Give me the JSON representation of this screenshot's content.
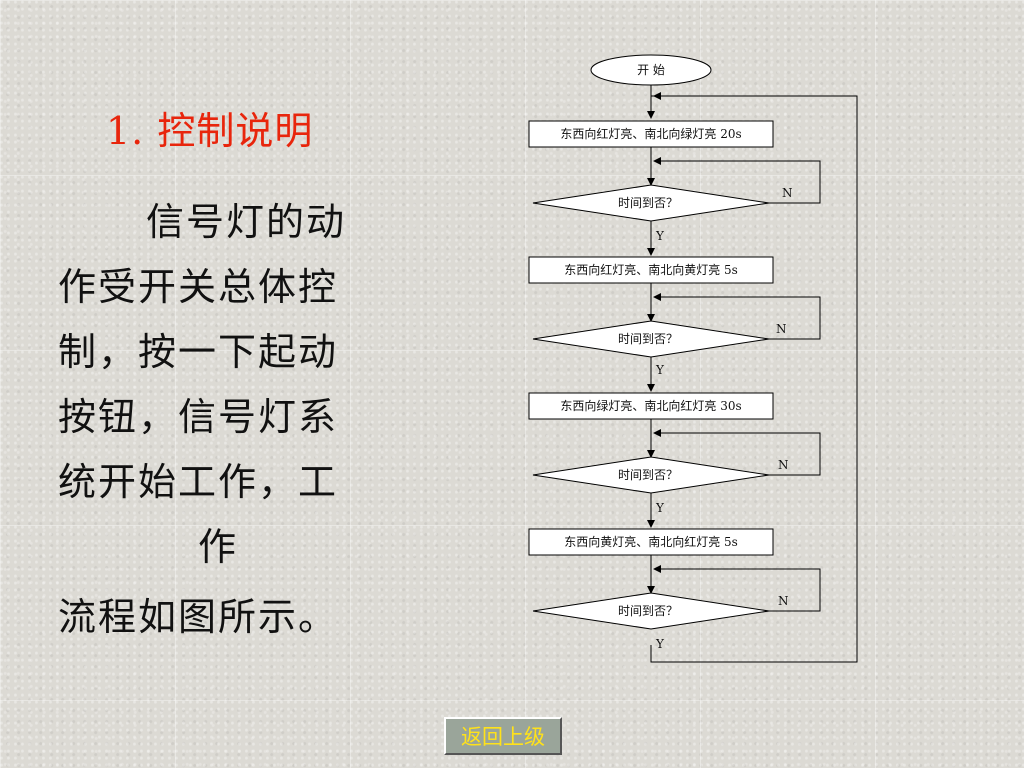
{
  "heading": "1. 控制说明",
  "paragraph": {
    "lines": [
      "信号灯的动",
      "作受开关总体控",
      "制，按一下起动",
      "按钮，信号灯系",
      "统开始工作，工",
      "作",
      "流程如图所示。"
    ]
  },
  "flowchart": {
    "start": "开  始",
    "steps": [
      {
        "action": "东西向红灯亮、南北向绿灯亮 20s",
        "decision": "时间到否？",
        "no": "N",
        "yes": "Y"
      },
      {
        "action": "东西向红灯亮、南北向黄灯亮 5s",
        "decision": "时间到否？",
        "no": "N",
        "yes": "Y"
      },
      {
        "action": "东西向绿灯亮、南北向红灯亮 30s",
        "decision": "时间到否？",
        "no": "N",
        "yes": "Y"
      },
      {
        "action": "东西向黄灯亮、南北向红灯亮 5s",
        "decision": "时间到否？",
        "no": "N",
        "yes": "Y"
      }
    ]
  },
  "nav": {
    "back_label": "返回上级"
  }
}
